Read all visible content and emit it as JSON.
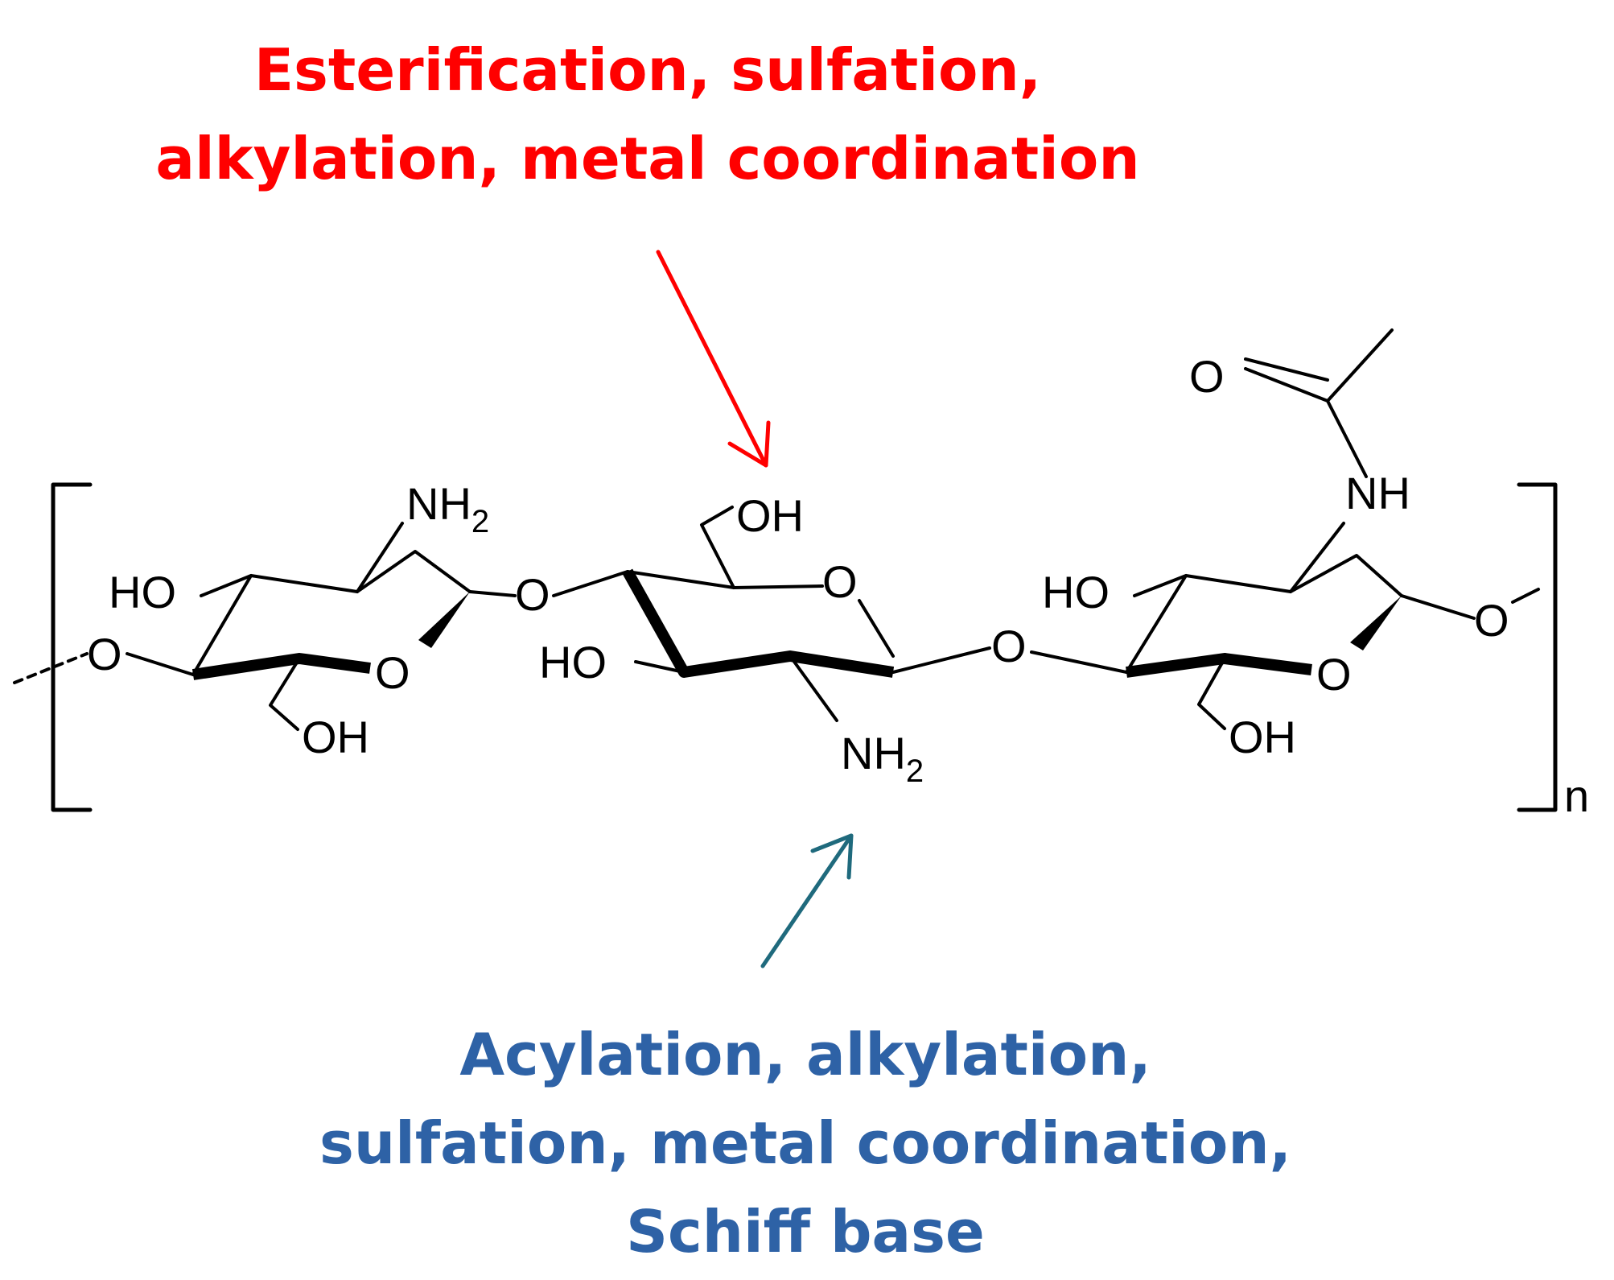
{
  "annotations": {
    "top": {
      "line1": "Esterification, sulfation,",
      "line2": "alkylation, metal coordination",
      "color": "#ff0000"
    },
    "bottom": {
      "line1": "Acylation, alkylation,",
      "line2": "sulfation, metal coordination,",
      "line3": "Schiff base",
      "color": "#2e62a6"
    },
    "arrow_colors": {
      "top": "#ff0000",
      "bottom": "#1f6a7d"
    }
  },
  "structure": {
    "unit1": {
      "amine_N": "NH",
      "amine_sub": "2",
      "hydroxyl_ring": "HO",
      "ring_O": "O",
      "hydroxyl_ch2": "OH",
      "link_O": "O"
    },
    "unit2": {
      "hydroxyl_ch2": "OH",
      "ring_O": "O",
      "hydroxyl_ring": "HO",
      "amine_N": "NH",
      "amine_sub": "2",
      "glyc_O": "O"
    },
    "unit3": {
      "carbonyl_O": "O",
      "amide_NH": "NH",
      "hydroxyl_ring": "HO",
      "ring_O": "O",
      "hydroxyl_ch2": "OH",
      "end_O": "O"
    },
    "left_O": "O",
    "repeat_subscript": "n"
  }
}
